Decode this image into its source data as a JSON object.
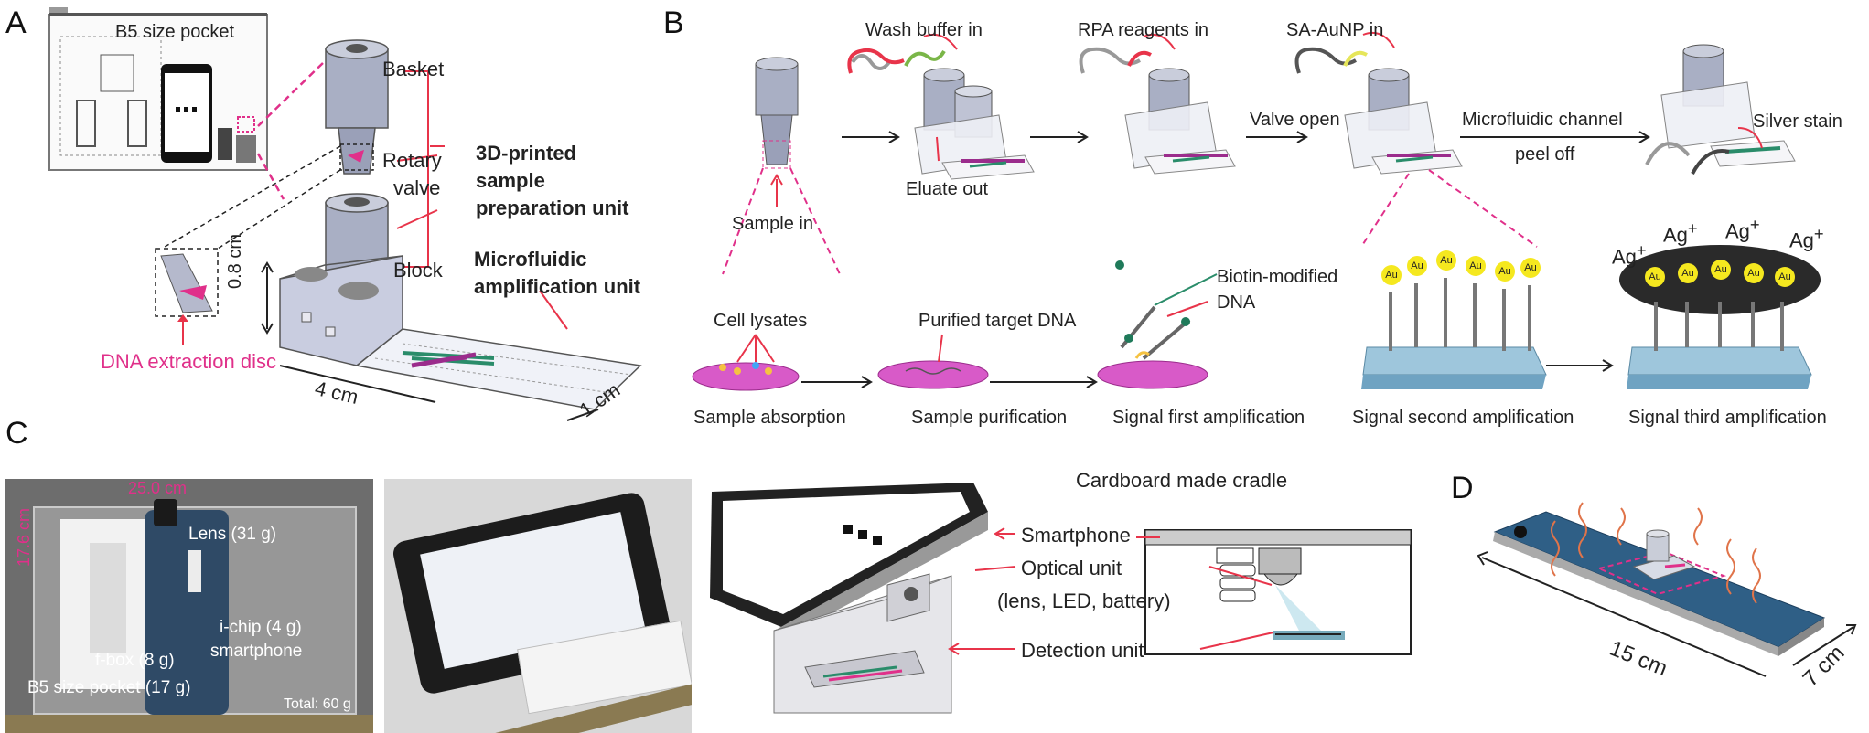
{
  "panels": [
    "A",
    "B",
    "C",
    "D"
  ],
  "panelA": {
    "pocket_label": "B5 size pocket",
    "basket": "Basket",
    "rotary_valve_line1": "Rotary",
    "rotary_valve_line2": "valve",
    "block": "Block",
    "prep_unit_line1": "3D-printed",
    "prep_unit_line2": "sample",
    "prep_unit_line3": "preparation unit",
    "amp_unit_line1": "Microfluidic",
    "amp_unit_line2": "amplification unit",
    "dim_height": "0.8 cm",
    "dim_length": "4 cm",
    "dim_width": "1 cm",
    "disc_label": "DNA extraction disc"
  },
  "panelB": {
    "wash_buffer": "Wash buffer in",
    "rpa": "RPA reagents in",
    "saaunp": "SA-AuNP in",
    "eluate": "Eluate out",
    "valve_open": "Valve open",
    "channel_line1": "Microfluidic channel",
    "channel_line2": "peel off",
    "silver": "Silver stain",
    "sample_in": "Sample in",
    "cell_lysates": "Cell lysates",
    "purified": "Purified target DNA",
    "biotin_line1": "Biotin-modified",
    "biotin_line2": "DNA",
    "ag": "Ag",
    "au": "Au",
    "steps": [
      "Sample absorption",
      "Sample purification",
      "Signal first amplification",
      "Signal second amplification",
      "Signal third amplification"
    ]
  },
  "panelC": {
    "width_label": "25.0 cm",
    "height_label": "17.6 cm",
    "lens": "Lens (31 g)",
    "ichip": "i-chip (4 g)",
    "fbox": "f-box (8 g)",
    "smartphone_photo": "smartphone",
    "pocket": "B5 size pocket (17 g)",
    "total": "Total: 60 g",
    "cradle_title": "Cardboard made cradle",
    "smartphone": "Smartphone",
    "optical_line1": "Optical unit",
    "optical_line2": "(lens, LED, battery)",
    "detection": "Detection unit"
  },
  "panelD": {
    "length": "15 cm",
    "width": "7 cm"
  },
  "colors": {
    "accent_pink": "#e0308a",
    "arrow_red": "#e8344a",
    "photo_bg": "#6a6a6a",
    "phone_blue": "#2f5f86"
  }
}
